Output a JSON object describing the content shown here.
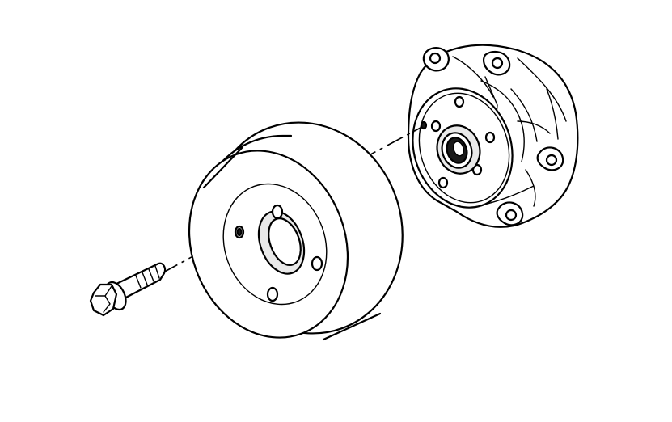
{
  "diagram": {
    "parts": [
      {
        "id": "bolt",
        "icon": "bolt-icon"
      },
      {
        "id": "pulley",
        "icon": "pulley-icon"
      },
      {
        "id": "pump-hub",
        "icon": "pump-hub-icon"
      }
    ],
    "colors": {
      "ink": "#000000",
      "background": "#ffffff",
      "shade": "#e9e9e9"
    }
  }
}
